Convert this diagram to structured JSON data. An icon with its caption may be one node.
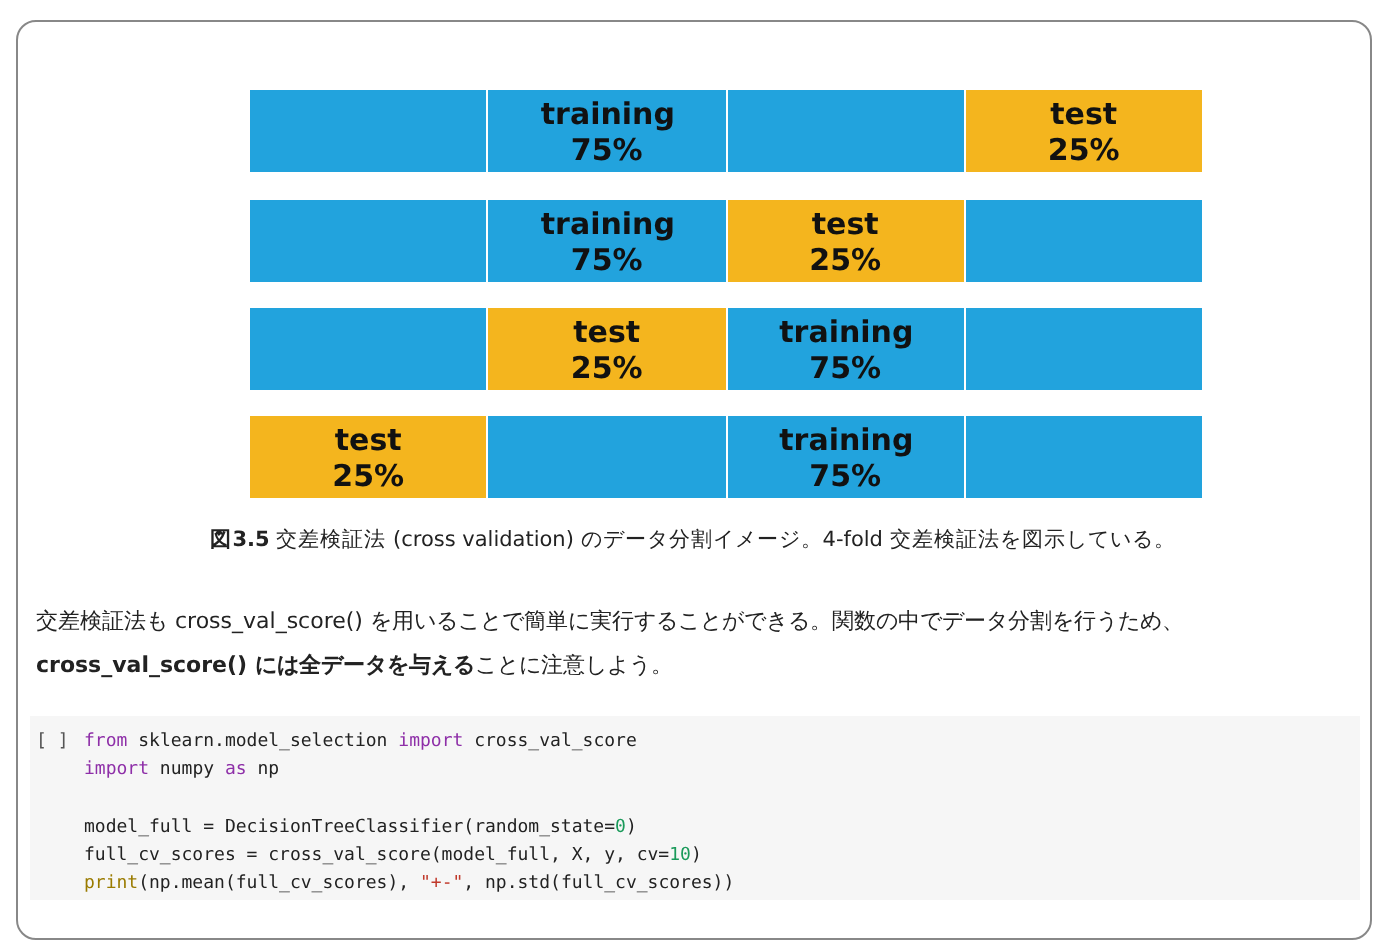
{
  "diagram": {
    "caption": "**図3.5** 交差検証法 (cross validation) のデータ分割イメージ。4-fold 交差検証法を図示している。",
    "nodes": [
      {
        "text": [],
        "shape": "box"
      },
      {
        "text": [
          "training 75%"
        ]
      },
      {
        "text": [],
        "shape": "box"
      },
      {
        "text": [
          "test 25%"
        ]
      },
      {
        "text": [],
        "shape": "box"
      },
      {
        "text": [
          "training 75%"
        ]
      },
      {
        "text": [
          "test 25%"
        ]
      },
      {
        "text": [],
        "shape": "box"
      },
      {
        "text": [],
        "shape": "box"
      },
      {
        "text": [
          "test 25%"
        ]
      },
      {
        "text": [
          "training 75%"
        ]
      },
      {
        "text": [],
        "shape": "box"
      },
      {
        "text": [
          "test 25%"
        ]
      },
      {
        "text": [],
        "shape": "box"
      },
      {
        "text": [
          "training 75%"
        ]
      },
      {
        "text": [],
        "shape": "box"
      }
    ],
    "labels": [
      "交差検証法も cross_val_score() を用いることで簡単に実行することができる。関数の中でデータ分割を行うため、**cross_val_score() には全データを与える**ことに注意しよう。",
      "[ ]",
      "from sklearn.model_selection import cross_val_score",
      "import numpy as np",
      "model_full = DecisionTreeClassifier(random_state=0)",
      "full_cv_scores = cross_val_score(model_full, X, y, cv=10)",
      "print(np.mean(full_cv_scores), \"+-\", np.std(full_cv_scores))"
    ]
  }
}
